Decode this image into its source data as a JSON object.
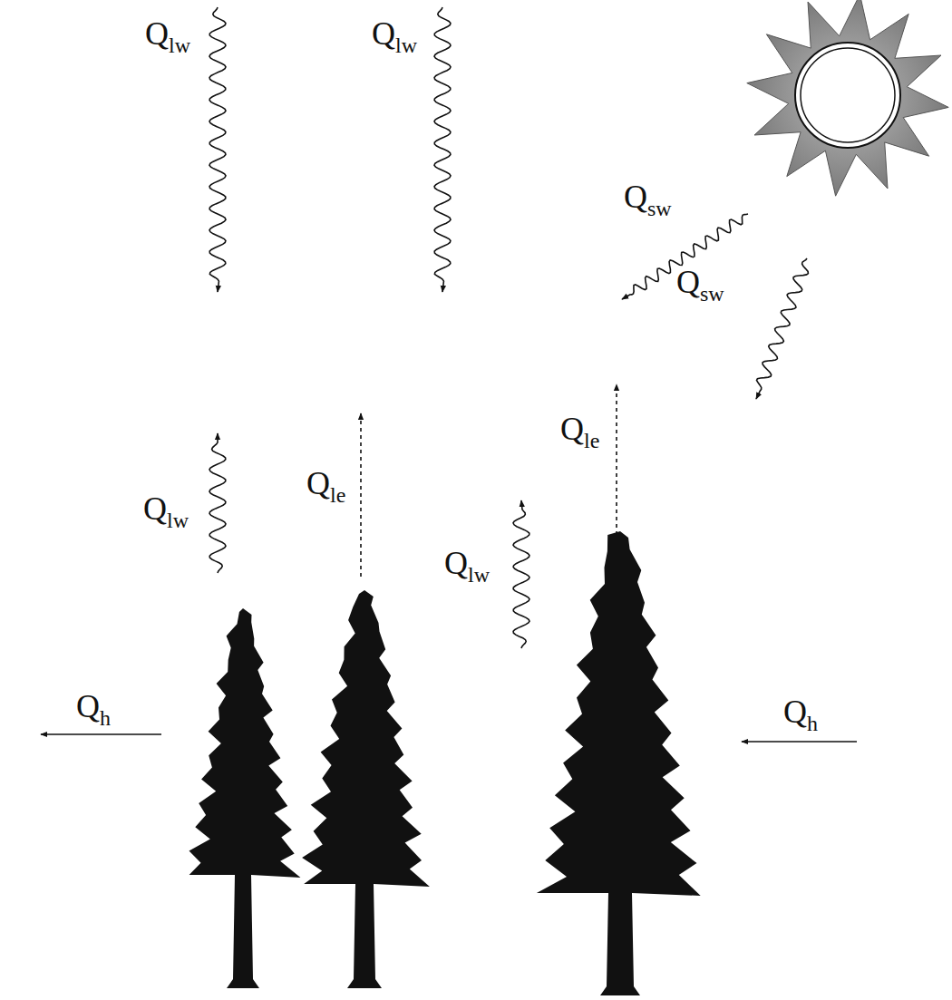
{
  "diagram": {
    "labels": [
      "Qlw",
      "Qlw",
      "Qsw",
      "Qsw",
      "Qle",
      "Qle",
      "Qlw",
      "Qlw",
      "Qh",
      "Qh"
    ]
  }
}
